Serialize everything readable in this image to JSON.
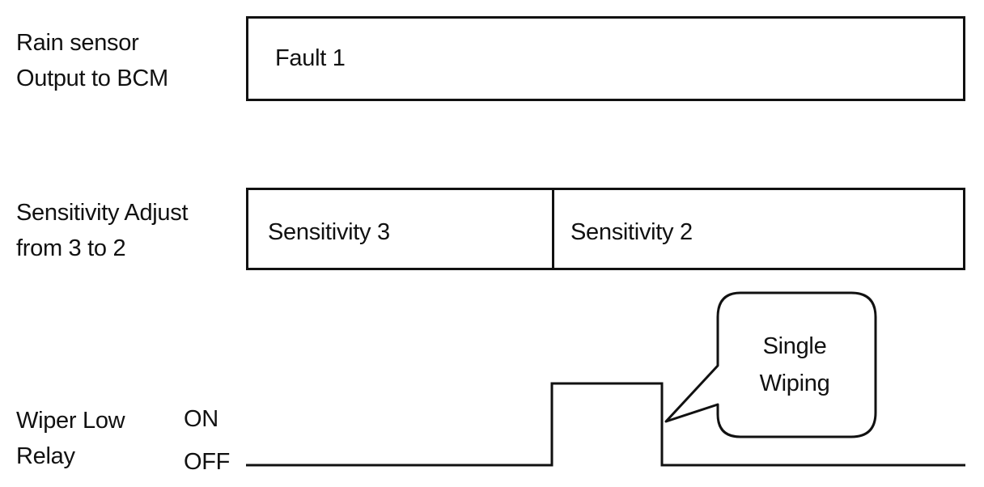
{
  "rain_sensor": {
    "label_line1": "Rain sensor",
    "label_line2": "Output to BCM",
    "segment": "Fault 1"
  },
  "sensitivity": {
    "label_line1": "Sensitivity Adjust",
    "label_line2": "from 3 to 2",
    "segment_1": "Sensitivity 3",
    "segment_2": "Sensitivity 2"
  },
  "wiper": {
    "label_line1": "Wiper Low",
    "label_line2": "Relay",
    "on_label": "ON",
    "off_label": "OFF"
  },
  "callout": {
    "line1": "Single",
    "line2": "Wiping"
  },
  "colors": {
    "line": "#111111",
    "background": "#ffffff"
  }
}
